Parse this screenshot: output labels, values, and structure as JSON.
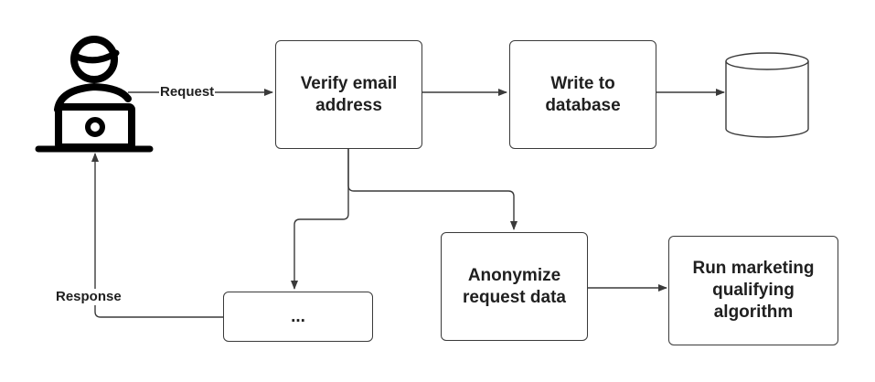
{
  "nodes": {
    "verify": "Verify email\naddress",
    "write": "Write to\ndatabase",
    "anonymize": "Anonymize\nrequest data",
    "marketing": "Run marketing\nqualifying\nalgorithm",
    "ellipsis": "..."
  },
  "edge_labels": {
    "request": "Request",
    "response": "Response"
  },
  "icons": {
    "user": "user-laptop-icon",
    "database": "database-cylinder-icon"
  },
  "colors": {
    "stroke": "#3a3a3a",
    "icon": "#000000",
    "text": "#1f1f1f"
  }
}
